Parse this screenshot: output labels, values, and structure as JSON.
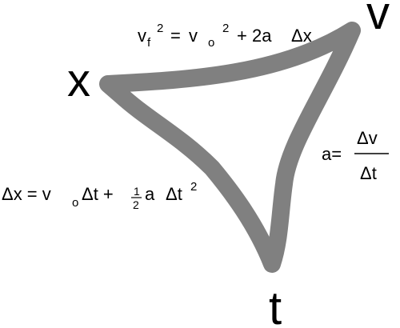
{
  "colors": {
    "triangle_stroke": "#808080",
    "text": "#000000",
    "background": "#ffffff"
  },
  "vertices": {
    "x": "x",
    "v": "v",
    "t": "t"
  },
  "equation_top": {
    "v": "v",
    "sub_f": "f",
    "sup_2a": "2",
    "eq": "=",
    "v2": "v",
    "sub_o": "o",
    "sup_2b": "2",
    "rest": "+ 2a",
    "dx": "Δx"
  },
  "equation_left": {
    "lhs": "Δx = v",
    "sub_o": "o",
    "mid": "Δt +",
    "frac_num": "1",
    "frac_den": "2",
    "a": "a",
    "dt": "Δt",
    "sup_2": "2"
  },
  "equation_right": {
    "lhs": "a=",
    "num": "Δv",
    "den": "Δt"
  }
}
